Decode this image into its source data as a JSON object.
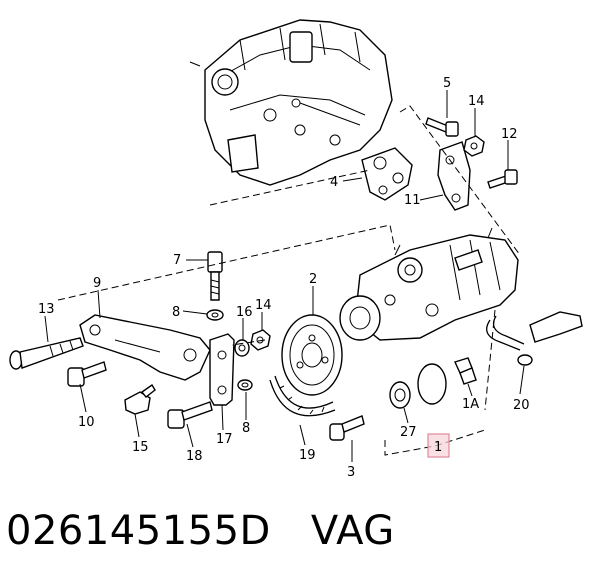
{
  "diagram": {
    "callouts": [
      {
        "id": "5",
        "label": "5"
      },
      {
        "id": "14a",
        "label": "14"
      },
      {
        "id": "12",
        "label": "12"
      },
      {
        "id": "4",
        "label": "4"
      },
      {
        "id": "11",
        "label": "11"
      },
      {
        "id": "7",
        "label": "7"
      },
      {
        "id": "9",
        "label": "9"
      },
      {
        "id": "2",
        "label": "2"
      },
      {
        "id": "13",
        "label": "13"
      },
      {
        "id": "8a",
        "label": "8"
      },
      {
        "id": "16",
        "label": "16"
      },
      {
        "id": "14b",
        "label": "14"
      },
      {
        "id": "10",
        "label": "10"
      },
      {
        "id": "15",
        "label": "15"
      },
      {
        "id": "18",
        "label": "18"
      },
      {
        "id": "17",
        "label": "17"
      },
      {
        "id": "8b",
        "label": "8"
      },
      {
        "id": "19",
        "label": "19"
      },
      {
        "id": "3",
        "label": "3"
      },
      {
        "id": "27",
        "label": "27"
      },
      {
        "id": "1A",
        "label": "1A"
      },
      {
        "id": "20",
        "label": "20"
      },
      {
        "id": "1",
        "label": "1",
        "highlighted": true
      }
    ],
    "highlight_color": "#f6d3da"
  },
  "footer": {
    "part_number": "026145155D",
    "brand": "VAG"
  }
}
